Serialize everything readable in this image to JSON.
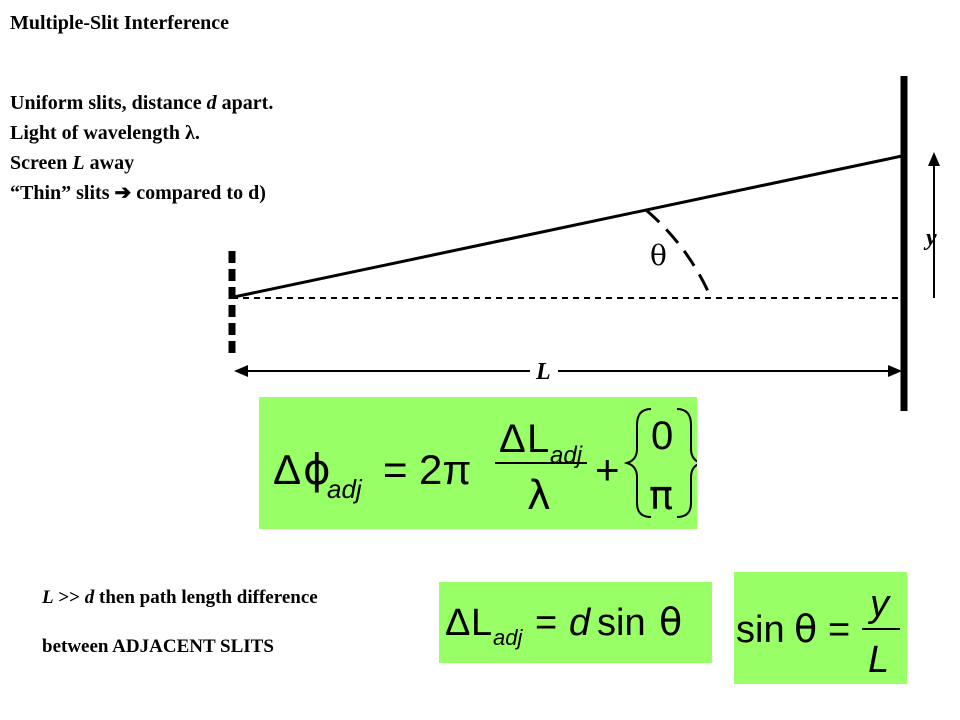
{
  "slide": {
    "title": "Multiple-Slit Interference",
    "bullets": {
      "line1_a": "Uniform slits, distance ",
      "line1_var": "d",
      "line1_b": " apart.",
      "line2_a": "Light of wavelength ",
      "line2_sym": "λ",
      "line2_b": ".",
      "line3_a": "Screen ",
      "line3_var": "L",
      "line3_b": " away",
      "line4_a": "“Thin” slits ",
      "line4_arrow": "➔",
      "line4_b": " compared to d)"
    },
    "condition": {
      "var_L": "L",
      "gg": " >> ",
      "var_d": "d",
      "rest": " then path length difference",
      "line2": "between ADJACENT SLITS"
    }
  },
  "diagram": {
    "label_theta": "θ",
    "label_y": "y",
    "label_L": "L"
  },
  "equations": {
    "main": {
      "delta": "Δ",
      "phi": "ϕ",
      "sub_adj": "adj",
      "equals": "=",
      "two_pi": "2π",
      "numerator_L": "L",
      "denominator": "λ",
      "plus": "+",
      "case_top": "0",
      "case_bottom": "π"
    },
    "path_diff": {
      "delta": "Δ",
      "L": "L",
      "sub_adj": "adj",
      "rhs_eq": "=",
      "rhs_d": "d",
      "rhs_sin": "sin",
      "rhs_theta": "θ"
    },
    "sine": {
      "sin": "sin",
      "theta": "θ",
      "equals": "=",
      "num": "y",
      "den": "L"
    }
  },
  "colors": {
    "equation_background": "#99ff66",
    "ink": "#000000"
  }
}
